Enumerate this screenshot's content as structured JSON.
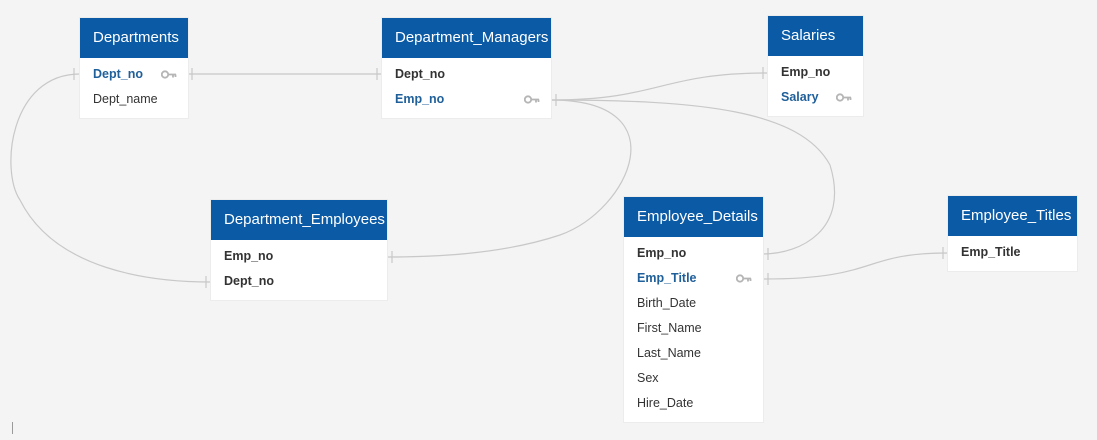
{
  "tables": {
    "departments": {
      "title": "Departments",
      "fields": [
        {
          "name": "Dept_no",
          "bold": true,
          "pk": true
        },
        {
          "name": "Dept_name",
          "bold": false,
          "pk": false
        }
      ]
    },
    "department_managers": {
      "title": "Department_Managers",
      "fields": [
        {
          "name": "Dept_no",
          "bold": true,
          "pk": false
        },
        {
          "name": "Emp_no",
          "bold": true,
          "pk": true
        }
      ]
    },
    "salaries": {
      "title": "Salaries",
      "fields": [
        {
          "name": "Emp_no",
          "bold": true,
          "pk": false
        },
        {
          "name": "Salary",
          "bold": true,
          "pk": true
        }
      ]
    },
    "department_employees": {
      "title": "Department_Employees",
      "fields": [
        {
          "name": "Emp_no",
          "bold": true,
          "pk": false
        },
        {
          "name": "Dept_no",
          "bold": true,
          "pk": false
        }
      ]
    },
    "employee_details": {
      "title": "Employee_Details",
      "fields": [
        {
          "name": "Emp_no",
          "bold": true,
          "pk": false
        },
        {
          "name": "Emp_Title",
          "bold": true,
          "pk": true
        },
        {
          "name": "Birth_Date",
          "bold": false,
          "pk": false
        },
        {
          "name": "First_Name",
          "bold": false,
          "pk": false
        },
        {
          "name": "Last_Name",
          "bold": false,
          "pk": false
        },
        {
          "name": "Sex",
          "bold": false,
          "pk": false
        },
        {
          "name": "Hire_Date",
          "bold": false,
          "pk": false
        }
      ]
    },
    "employee_titles": {
      "title": "Employee_Titles",
      "fields": [
        {
          "name": "Emp_Title",
          "bold": true,
          "pk": false
        }
      ]
    }
  },
  "colors": {
    "header": "#0a5aa5",
    "primary_key_text": "#1f5f9a",
    "link": "#c8c8c8",
    "background": "#f4f4f4"
  },
  "icons": {
    "primary_key": "key-icon"
  }
}
